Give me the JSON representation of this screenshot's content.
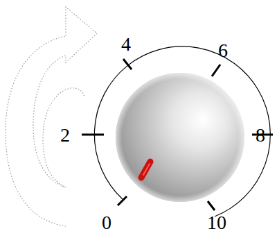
{
  "diagram": {
    "labels": [
      "4",
      "6",
      "2",
      "8",
      "0",
      "10"
    ]
  }
}
